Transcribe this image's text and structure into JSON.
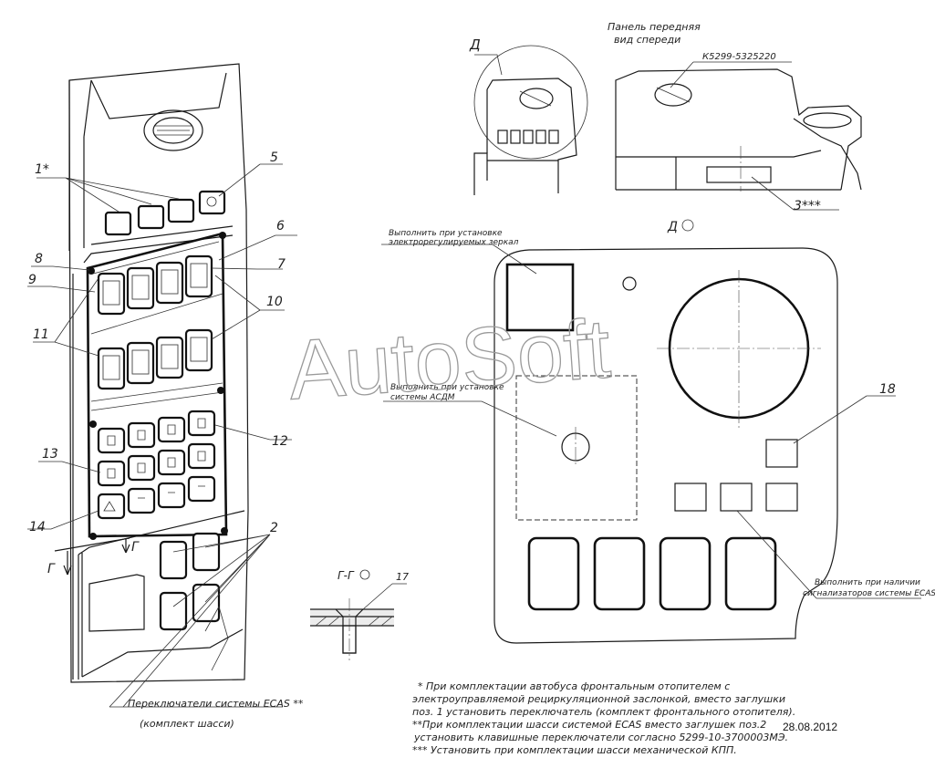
{
  "view_front": {
    "title_line1": "Панель передняя",
    "title_line2": "вид спереди"
  },
  "view_d_label": "Д",
  "view_d_section": "Д",
  "view_g_section": "Г-Г",
  "section_arrow_label": "Г",
  "part_number": "К5299-5325220",
  "positions": {
    "p1": "1*",
    "p2": "2",
    "p3": "3***",
    "p5": "5",
    "p6": "6",
    "p7": "7",
    "p8": "8",
    "p9": "9",
    "p10": "10",
    "p11": "11",
    "p12": "12",
    "p13": "13",
    "p14": "14",
    "p17": "17",
    "p18": "18"
  },
  "notes": {
    "mirrors_line1": "Выполнить при установке",
    "mirrors_line2": "электрорегулируемых зеркал",
    "acdn_line1": "Выполнить при установке",
    "acdn_line2": "системы АСДМ",
    "ecas_signal_line1": "Выполнить при наличии",
    "ecas_signal_line2": "сигнализаторов системы ECAS",
    "ecas_switch_line1": "Переключатели системы ECAS **",
    "ecas_switch_line2": "(комплект шасси)"
  },
  "footnotes": [
    "* При комплектации автобуса фронтальным отопителем с",
    "электроуправляемой рециркуляционной заслонкой, вместо заглушки",
    "поз. 1 установить переключатель (комплект фронтального отопителя).",
    "**При комплектации шасси системой ECAS вместо заглушек поз.2",
    "установить клавишные переключатели согласно 5299-10-3700003МЭ.",
    "*** Установить при комплектации шасси механической КПП."
  ],
  "date": "28.08.2012",
  "watermark": "AutoSoft",
  "icons": {
    "view_marker": "rotation-circle-icon",
    "hazard_button": "hazard-triangle-icon"
  }
}
